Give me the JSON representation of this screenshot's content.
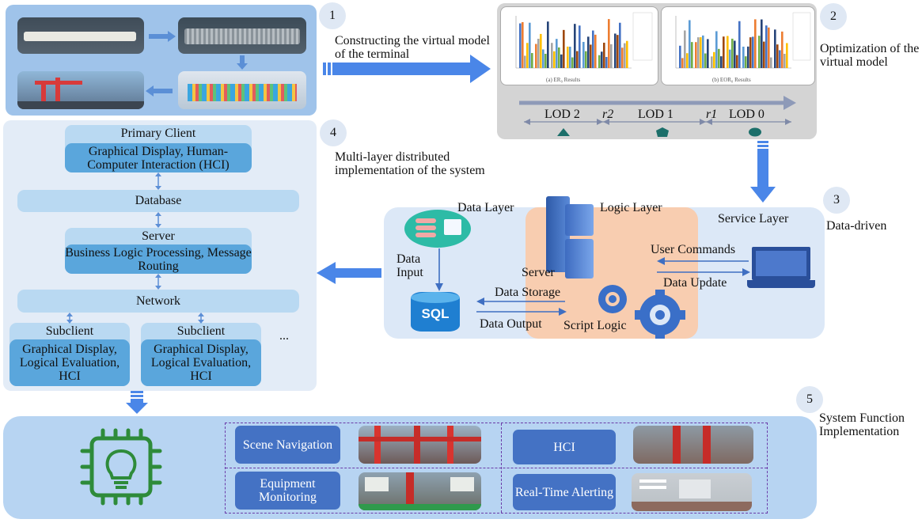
{
  "steps": {
    "s1": {
      "num": "1",
      "label": "Constructing the virtual model of the terminal"
    },
    "s2": {
      "num": "2",
      "label": "Optimization of the virtual model"
    },
    "s3": {
      "num": "3",
      "label": "Data-driven"
    },
    "s4": {
      "num": "4",
      "label": "Multi-layer distributed implementation of the system"
    },
    "s5": {
      "num": "5",
      "label": "System Function Implementation"
    }
  },
  "lod": {
    "lod2": "LOD 2",
    "lod1": "LOD 1",
    "lod0": "LOD 0",
    "r2": "r2",
    "r1": "r1",
    "chart_a_caption": "(a) ER₀ Results",
    "chart_b_caption": "(b) EOR₀ Results"
  },
  "architecture": {
    "primary_client_title": "Primary Client",
    "primary_client_desc": "Graphical Display, Human-Computer Interaction (HCI)",
    "database": "Database",
    "server_title": "Server",
    "server_desc": "Business Logic Processing, Message Routing",
    "network": "Network",
    "subclient_title": "Subclient",
    "subclient_desc": "Graphical Display, Logical Evaluation, HCI",
    "ellipsis": "..."
  },
  "data_layers": {
    "data_layer": "Data Layer",
    "logic_layer": "Logic Layer",
    "service_layer": "Service Layer",
    "data_input": "Data Input",
    "server": "Server",
    "data_storage": "Data Storage",
    "data_output": "Data Output",
    "script_logic": "Script Logic",
    "user_commands": "User Commands",
    "data_update": "Data Update",
    "sql": "SQL"
  },
  "functions": {
    "scene_navigation": "Scene Navigation",
    "hci": "HCI",
    "equipment_monitoring": "Equipment Monitoring",
    "real_time_alerting": "Real-Time Alerting"
  },
  "colors": {
    "panel_blue": "#9fc3ea",
    "panel_light": "#e3ecf7",
    "arrow_blue": "#4a86e8",
    "logic_peach": "#f8cdb0",
    "chip_green": "#2e8b3a",
    "button_blue": "#4472c4"
  }
}
